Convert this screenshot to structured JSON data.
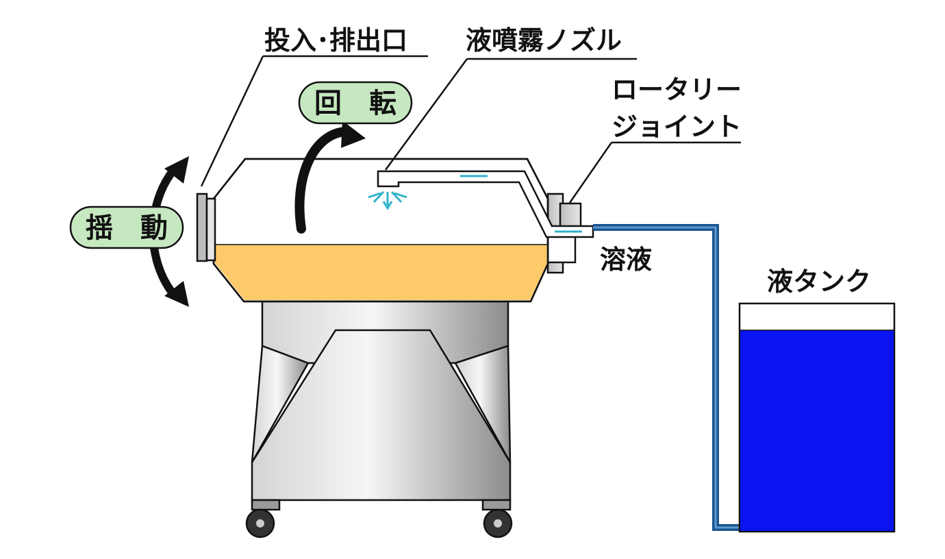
{
  "labels": {
    "inlet_outlet": "投入･排出口",
    "spray_nozzle": "液噴霧ノズル",
    "rotary_joint_line1": "ロータリー",
    "rotary_joint_line2": "ジョイント",
    "solution": "溶液",
    "liquid_tank": "液タンク",
    "rotation": "回　転",
    "rocking": "揺　動"
  },
  "colors": {
    "powder": "#fcc96b",
    "liquid": "#0a14f0",
    "pipe": "#1a5590",
    "badge_fill": "#c6e8c0",
    "spray": "#2fb3c9",
    "outline": "#111111"
  },
  "icons": {
    "rotation_arrow": "curved-arrow-icon",
    "rocking_arrow": "double-curved-arrow-icon",
    "spray": "spray-droplets-icon"
  }
}
